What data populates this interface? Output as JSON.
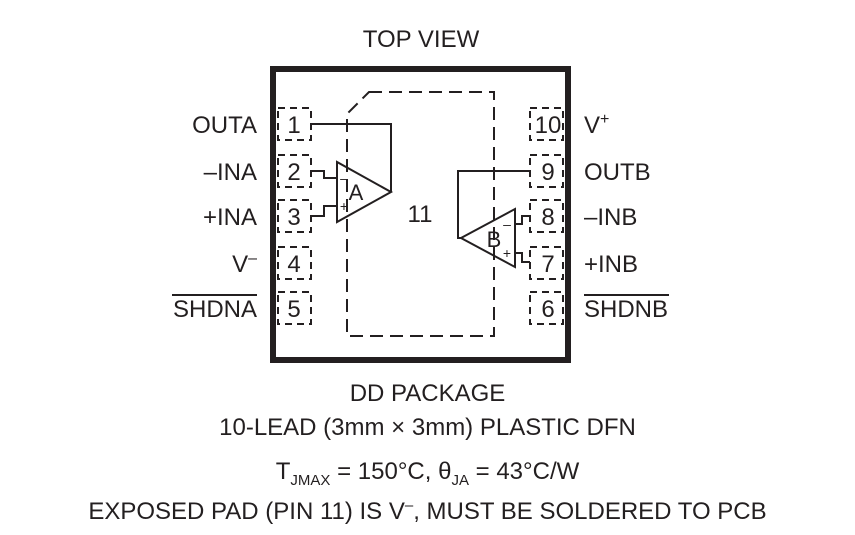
{
  "header": {
    "title": "TOP VIEW"
  },
  "pins": {
    "left": [
      {
        "num": "1",
        "name": "OUTA"
      },
      {
        "num": "2",
        "name": "–INA"
      },
      {
        "num": "3",
        "name": "+INA"
      },
      {
        "num": "4",
        "name": "V",
        "sup": "–"
      },
      {
        "num": "5",
        "name": "SHDNA",
        "overline": true
      }
    ],
    "right": [
      {
        "num": "10",
        "name": "V",
        "sup": "+"
      },
      {
        "num": "9",
        "name": "OUTB"
      },
      {
        "num": "8",
        "name": "–INB"
      },
      {
        "num": "7",
        "name": "+INB"
      },
      {
        "num": "6",
        "name": "SHDNB",
        "overline": true
      }
    ]
  },
  "exposed_pad": {
    "num": "11"
  },
  "amplifiers": {
    "a": {
      "label": "A",
      "minus": "–",
      "plus": "+"
    },
    "b": {
      "label": "B",
      "minus": "–",
      "plus": "+"
    }
  },
  "footer": {
    "package": "DD PACKAGE",
    "description": "10-LEAD (3mm × 3mm) PLASTIC DFN",
    "thermal": {
      "t": "T",
      "t_sub": "JMAX",
      "t_val": " = 150°C, ",
      "theta": "θ",
      "theta_sub": "JA",
      "theta_val": " = 43°C/W"
    },
    "note": {
      "pre": "EXPOSED PAD (PIN 11) IS V",
      "sup": "–",
      "post": ", MUST BE SOLDERED TO PCB"
    }
  },
  "colors": {
    "ink": "#231f20",
    "background": "#ffffff"
  }
}
